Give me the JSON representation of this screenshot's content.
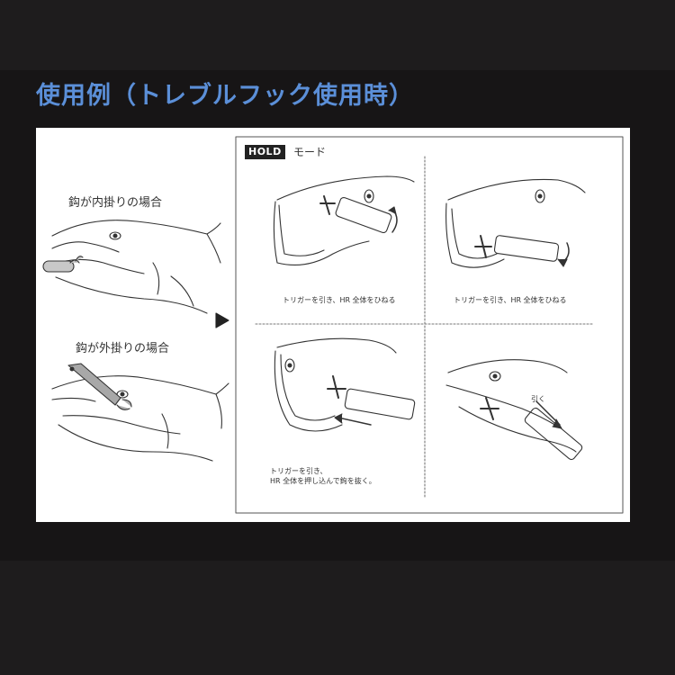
{
  "title": "使用例（トレブルフック使用時）",
  "left": {
    "inner_hook": "鈎が内掛りの場合",
    "outer_hook": "鈎が外掛りの場合"
  },
  "mode": {
    "badge": "HOLD",
    "label": "モード"
  },
  "steps": {
    "top_left": "トリガーを引き、HR 全体をひねる",
    "top_right": "トリガーを引き、HR 全体をひねる",
    "bottom_left_line1": "トリガーを引き、",
    "bottom_left_line2": "HR 全体を押し込んで鉤を抜く。",
    "bottom_right_pull": "引く"
  },
  "colors": {
    "title": "#5b8fd8",
    "background": "#1e1c1d",
    "panel": "#ffffff"
  }
}
